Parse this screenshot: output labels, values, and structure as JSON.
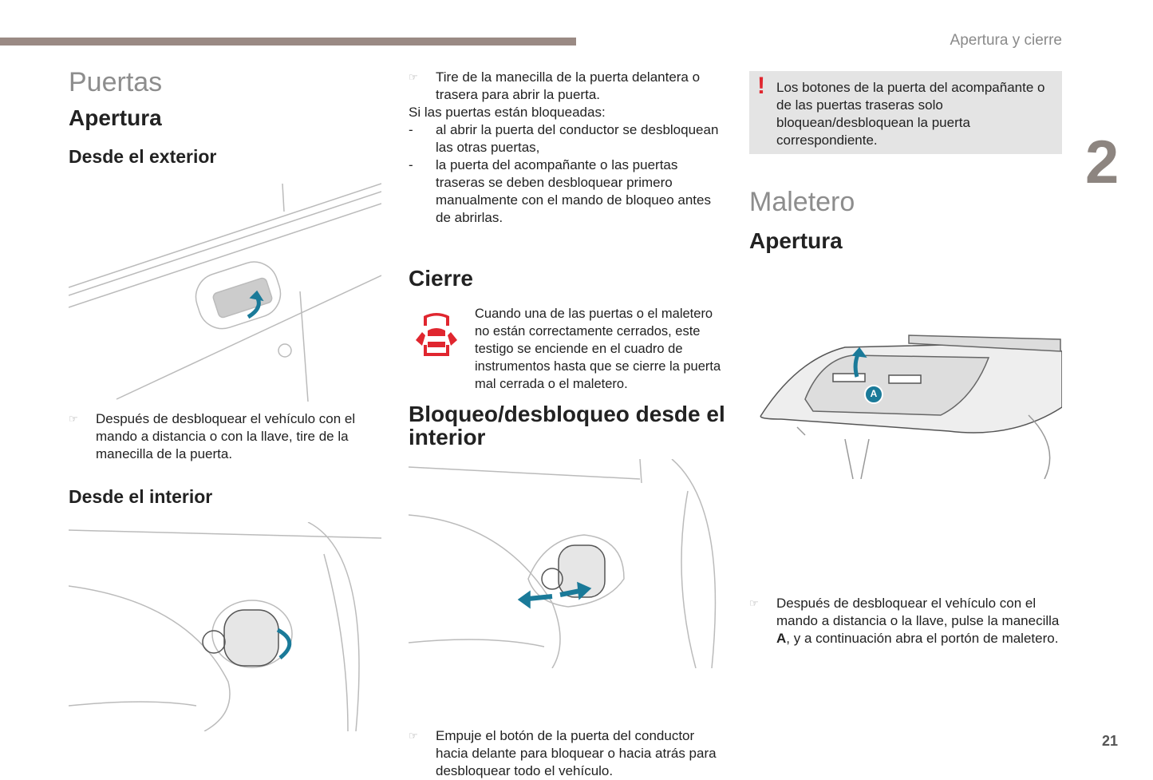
{
  "header": {
    "running_head": "Apertura y cierre",
    "chapter": "2",
    "page_number": "21"
  },
  "col1": {
    "title": "Puertas",
    "subtitle": "Apertura",
    "h_exterior": "Desde el exterior",
    "exterior_text": "Después de desbloquear el vehículo con el mando a distancia o con la llave, tire de la manecilla de la puerta.",
    "h_interior": "Desde el interior"
  },
  "col2": {
    "pull_text": "Tire de la manecilla de la puerta delantera o trasera para abrir la puerta.",
    "locked_intro": "Si las puertas están bloqueadas:",
    "dash1": "al abrir la puerta del conductor se desbloquean las otras puertas,",
    "dash2": "la puerta del acompañante o las puertas traseras se deben desbloquear primero manualmente con el mando de bloqueo antes de abrirlas.",
    "h_cierre": "Cierre",
    "cierre_text": "Cuando una de las puertas o el maletero no están correctamente cerrados, este testigo se enciende en el cuadro de instrumentos hasta que se cierre la puerta mal cerrada o el maletero.",
    "h_bloqueo": "Bloqueo/desbloqueo desde el interior",
    "bloqueo_text": "Empuje el botón de la puerta del conductor hacia delante para bloquear o hacia atrás para desbloquear todo el vehículo."
  },
  "col3": {
    "warning": "Los botones de la puerta del acompañante o de las puertas traseras solo bloquean/desbloquean la puerta correspondiente.",
    "warning_mark": "!",
    "title": "Maletero",
    "subtitle": "Apertura",
    "label_a": "A",
    "text_pre": "Después de desbloquear el vehículo con el mando a distancia o la llave, pulse la manecilla ",
    "text_bold": "A",
    "text_post": ", y a continuación abra el portón de maletero."
  },
  "bullet_glyph": "☞",
  "dash_glyph": "-",
  "colors": {
    "accent": "#1a7a99",
    "warning": "#e0262f",
    "bar": "#9a8a84"
  }
}
